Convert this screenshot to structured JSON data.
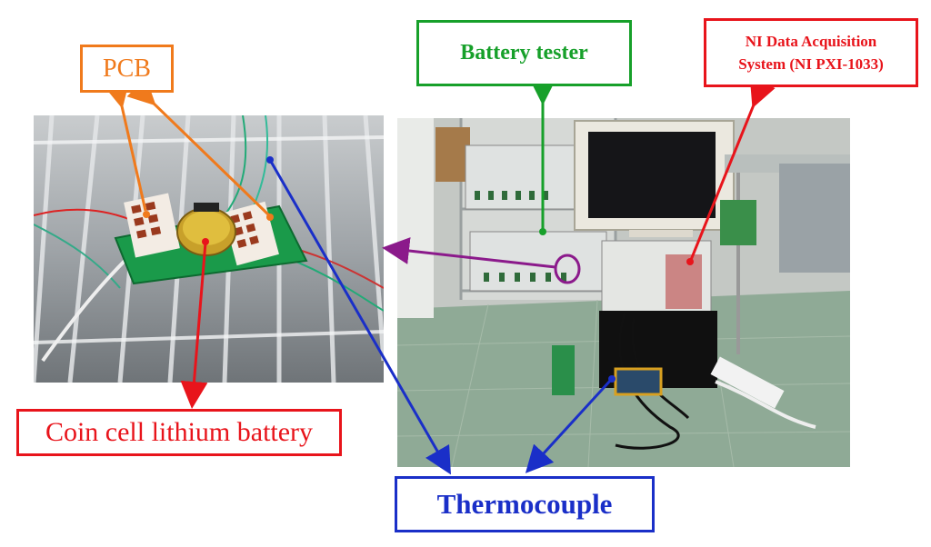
{
  "labels": {
    "pcb": "PCB",
    "battery_tester": "Battery tester",
    "daq_line1": "NI Data Acquisition",
    "daq_line2": "System (NI PXI-1033)",
    "coin_cell": "Coin cell lithium battery",
    "thermocouple": "Thermocouple"
  },
  "colors": {
    "pcb": "#f07a1c",
    "battery_tester": "#17a02a",
    "daq": "#e8141b",
    "coin_cell": "#e8141b",
    "thermocouple": "#1a2fc8",
    "highlight": "#8b1a8b"
  }
}
